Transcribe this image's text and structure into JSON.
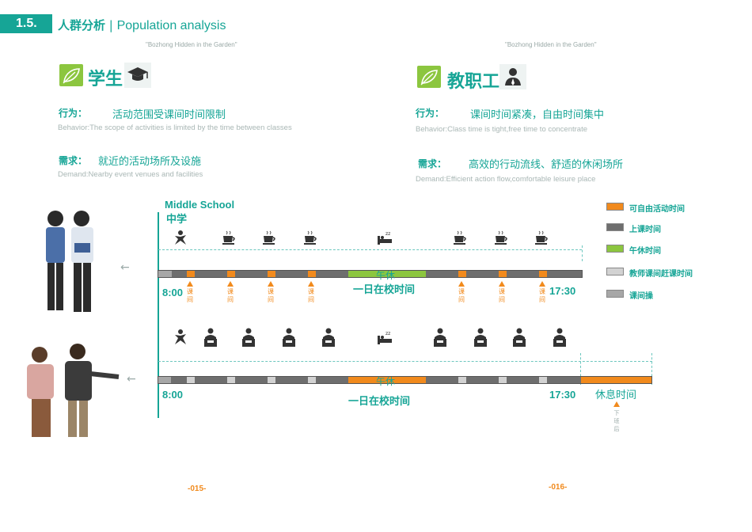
{
  "header": {
    "section_number": "1.5.",
    "title_zh": "人群分析",
    "title_sep": " | ",
    "title_en": "Population analysis",
    "subtitle_left": "\"Bozhong Hidden in the Garden\"",
    "subtitle_right": "\"Bozhong Hidden in the Garden\""
  },
  "students": {
    "role": "学生",
    "behavior_label": "行为：",
    "behavior_zh": "活动范围受课间时间限制",
    "behavior_en": "Behavior:The scope of activities is limited by the time between classes",
    "demand_label": "需求：",
    "demand_zh": "就近的活动场所及设施",
    "demand_en": "Demand:Nearby  event  venues  and  facilities"
  },
  "staff": {
    "role": "教职工",
    "behavior_label": "行为：",
    "behavior_zh": "课间时间紧凑，自由时间集中",
    "behavior_en": "Behavior:Class time is tight,free time to concentrate",
    "demand_label": "需求：",
    "demand_zh": "高效的行动流线、舒适的休闲场所",
    "demand_en": "Demand:Efficient action flow,comfortable leisure place"
  },
  "timeline": {
    "header_en": "Middle School",
    "header_zh": "中学",
    "student_start": "8:00",
    "student_end": "17:30",
    "student_lunch": "午休",
    "student_day": "一日在校时间",
    "break_label": "课间",
    "teacher_start": "8:00",
    "teacher_end": "17:30",
    "teacher_lunch": "午休",
    "teacher_day": "一日在校时间",
    "rest_label": "休息时间",
    "after_work": "下班后"
  },
  "legend": [
    {
      "label": "可自由活动时间",
      "color": "#f18a1d"
    },
    {
      "label": "上课时间",
      "color": "#6e6e6e"
    },
    {
      "label": "午休时间",
      "color": "#8cc63f"
    },
    {
      "label": "教师课间赶课时间",
      "color": "#d2d2d2"
    },
    {
      "label": "课间操",
      "color": "#a7a7a7"
    }
  ],
  "pages": {
    "left": "-015-",
    "right": "-016-"
  },
  "colors": {
    "accent": "#16a596",
    "free": "#f18a1d",
    "class": "#6e6e6e",
    "lunch": "#8cc63f"
  }
}
